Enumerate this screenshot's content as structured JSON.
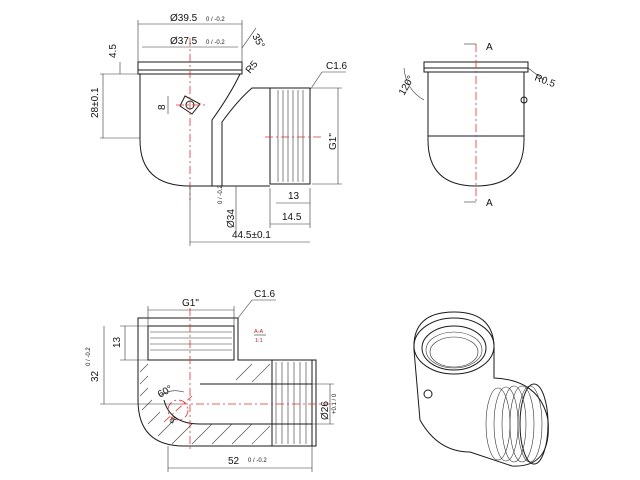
{
  "top_left_view": {
    "dim_outer_diameter": "Ø39.5",
    "dim_outer_tol": "0 / -0.2",
    "dim_inner_diameter": "Ø37.5",
    "dim_inner_tol": "0 / -0.2",
    "dim_flange_thickness": "4.5",
    "dim_height": "28±0.1",
    "dim_hole": "8",
    "dim_chamfer": "C1.6",
    "dim_radius": "R5",
    "dim_angle_top": "35°",
    "dim_thread": "G1\"",
    "dim_thread_length": "13",
    "dim_spigot_length": "14.5",
    "dim_bottom_diameter": "Ø34",
    "dim_bottom_tol": "0 / -0.2",
    "dim_total_length": "44.5±0.1"
  },
  "top_right_view": {
    "section_label_top": "A",
    "section_label_bottom": "A",
    "dim_angle": "120°",
    "dim_radius": "R0.5"
  },
  "bottom_left_view": {
    "dim_thread": "G1\"",
    "dim_chamfer": "C1.6",
    "dim_thread_depth": "13",
    "dim_height": "32",
    "dim_height_tol": "0 / -0.2",
    "dim_angle": "60°",
    "dim_bore": "Ø26",
    "dim_bore_tol": "+0.1 / 0",
    "dim_total_length": "52",
    "dim_length_tol": "0 / -0.2",
    "section_label": "A-A",
    "section_scale": "1:1",
    "dim_small": "Ø8"
  }
}
